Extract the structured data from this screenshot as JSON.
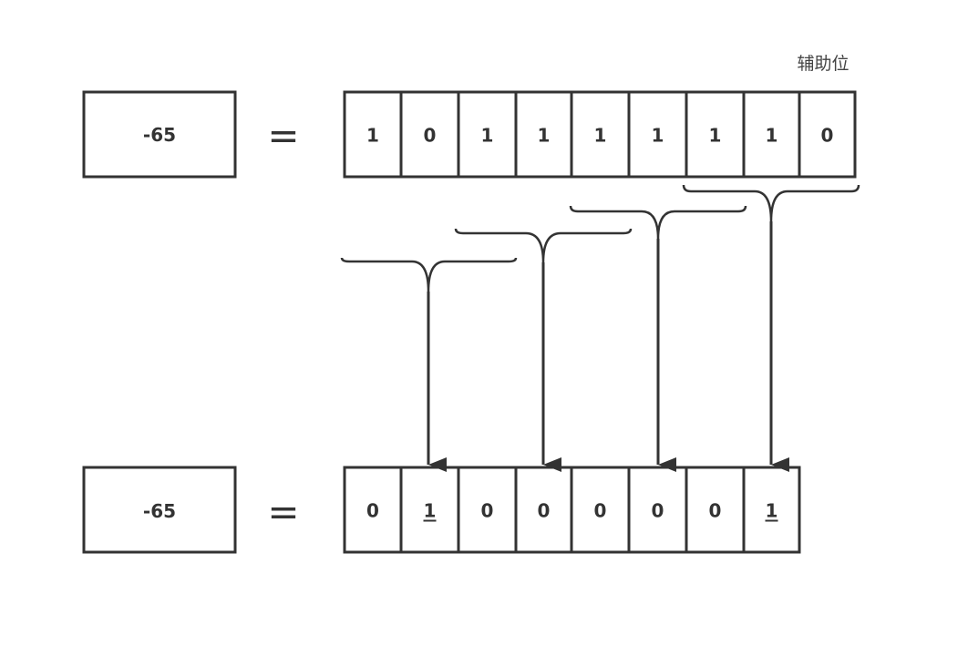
{
  "aux_label": "辅助位",
  "top": {
    "value": "-65",
    "equals": "=",
    "bits": [
      "1",
      "0",
      "1",
      "1",
      "1",
      "1",
      "1",
      "1",
      "0"
    ]
  },
  "bottom": {
    "value": "-65",
    "equals": "=",
    "bits": [
      "0",
      "1",
      "0",
      "0",
      "0",
      "0",
      "0",
      "1"
    ],
    "underlined": [
      1,
      7
    ]
  },
  "colors": {
    "stroke": "#333333",
    "text": "#333333"
  }
}
